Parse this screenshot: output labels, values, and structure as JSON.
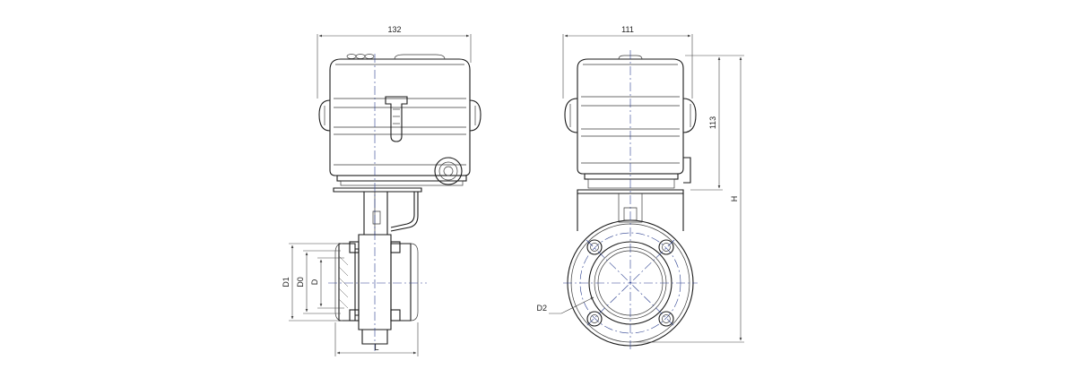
{
  "dimensions": {
    "front_width": "132",
    "side_width": "111",
    "actuator_height": "113",
    "total_height": "H",
    "flange_outer_diameter": "D1",
    "seal_diameter": "D0",
    "bore_diameter": "D",
    "face_length": "L",
    "bolt_circle_diameter": "D2"
  },
  "colors": {
    "outline": "#1a1a1a",
    "centerline": "#2b3f8f",
    "dimension": "#444444"
  }
}
